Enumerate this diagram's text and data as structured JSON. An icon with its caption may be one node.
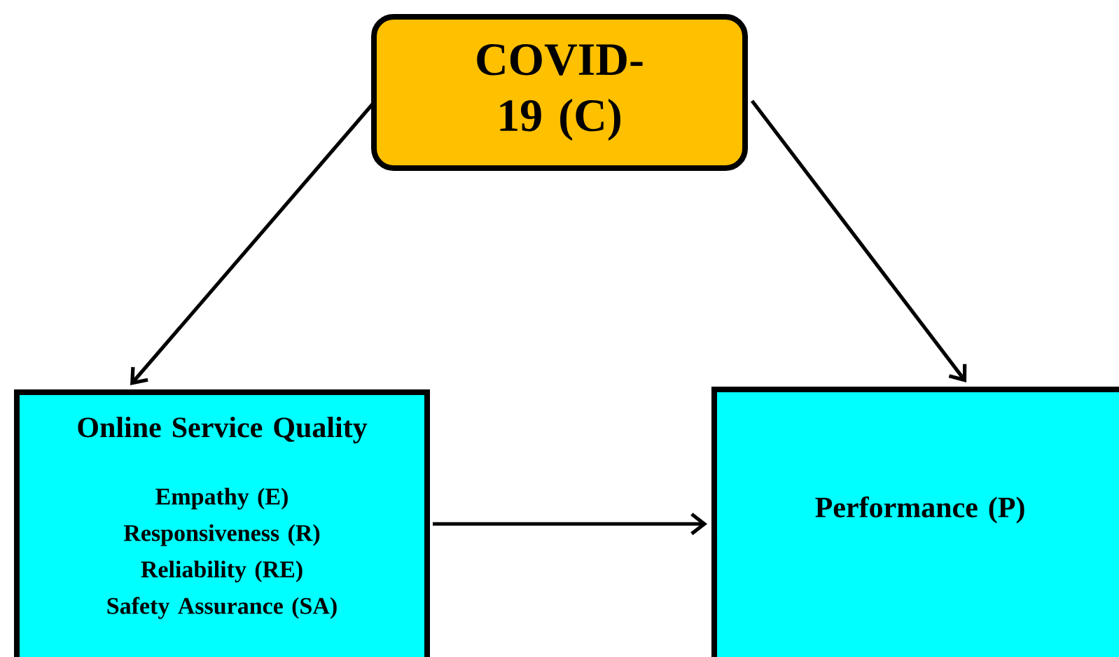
{
  "diagram": {
    "nodes": [
      {
        "text": [
          "COVID-19 (C)"
        ]
      },
      {
        "text": [
          "Online Service Quality",
          "Empathy (E)",
          "Responsiveness (R)",
          "Reliability (RE)",
          "Safety Assurance (SA)"
        ]
      },
      {
        "text": [
          "Performance (P)"
        ]
      }
    ],
    "edges": [
      {
        "from": 0,
        "to": 1,
        "arrow": "to"
      },
      {
        "from": 0,
        "to": 2,
        "arrow": "to"
      },
      {
        "from": 1,
        "to": 2,
        "arrow": "to"
      }
    ]
  }
}
